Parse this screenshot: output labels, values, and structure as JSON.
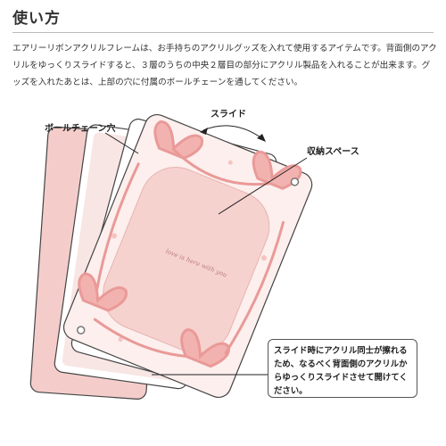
{
  "heading": "使い方",
  "description": "エアリーリボンアクリルフレームは、お手持ちのアクリルグッズを入れて使用するアイテムです。背面側のアクリルをゆっくりスライドすると、３層のうちの中央２層目の部分にアクリル製品を入れることが出来ます。グッズを入れたあとは、上部の穴に付属のボールチェーンを通してください。",
  "diagram": {
    "label_chain_hole": "ボールチェーン穴",
    "label_slide": "スライド",
    "label_storage": "収納スペース",
    "frame_script": "love is here\nwith you",
    "colors": {
      "pink_back": "#f4cdcb",
      "pink_front": "#f8dcd8",
      "ribbon": "#e99a98",
      "line": "#444444"
    }
  },
  "note": "スライド時にアクリル同士が擦れるため、なるべく背面側のアクリルからゆっくりスライドさせて開けてください。"
}
